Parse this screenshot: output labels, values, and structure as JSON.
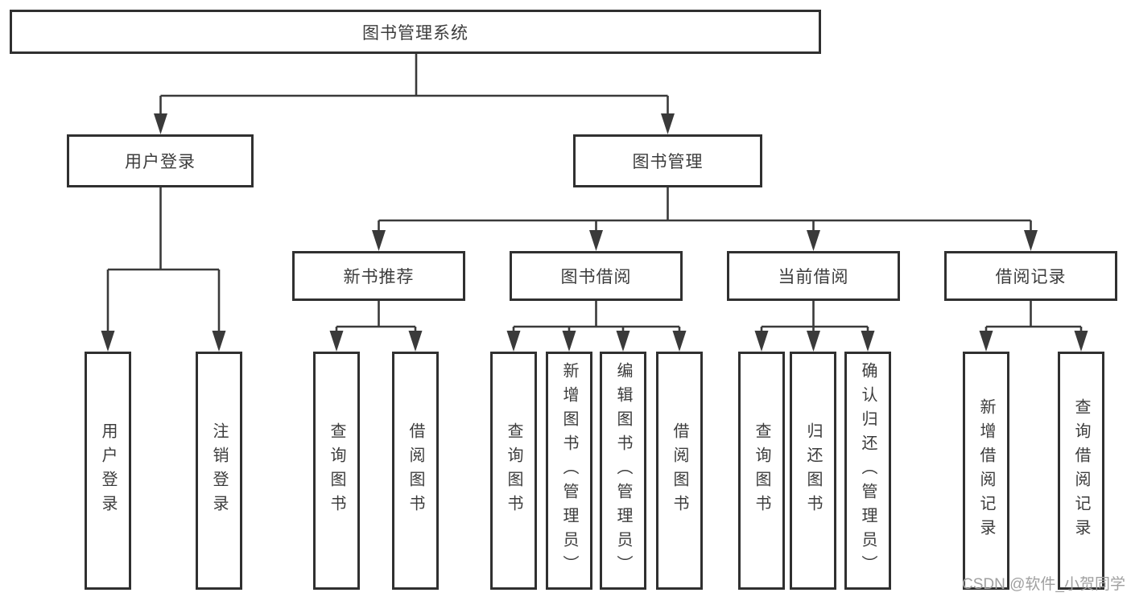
{
  "tree": {
    "root": {
      "label": "图书管理系统",
      "children": [
        {
          "label": "用户登录",
          "children": [
            {
              "label": "用户登录"
            },
            {
              "label": "注销登录"
            }
          ]
        },
        {
          "label": "图书管理",
          "children": [
            {
              "label": "新书推荐",
              "children": [
                {
                  "label": "查询图书"
                },
                {
                  "label": "借阅图书"
                }
              ]
            },
            {
              "label": "图书借阅",
              "children": [
                {
                  "label": "查询图书"
                },
                {
                  "label": "新增图书（管理员）"
                },
                {
                  "label": "编辑图书（管理员）"
                },
                {
                  "label": "借阅图书"
                }
              ]
            },
            {
              "label": "当前借阅",
              "children": [
                {
                  "label": "查询图书"
                },
                {
                  "label": "归还图书"
                },
                {
                  "label": "确认归还（管理员）"
                }
              ]
            },
            {
              "label": "借阅记录",
              "children": [
                {
                  "label": "新增借阅记录"
                },
                {
                  "label": "查询借阅记录"
                }
              ]
            }
          ]
        }
      ]
    }
  },
  "watermark": {
    "text": "CSDN @软件_小贺同学"
  },
  "colors": {
    "line": "#3a3a3a",
    "border": "#303030",
    "text": "#3c3c3c",
    "watermark": "#a0a0a0",
    "background": "#ffffff"
  }
}
